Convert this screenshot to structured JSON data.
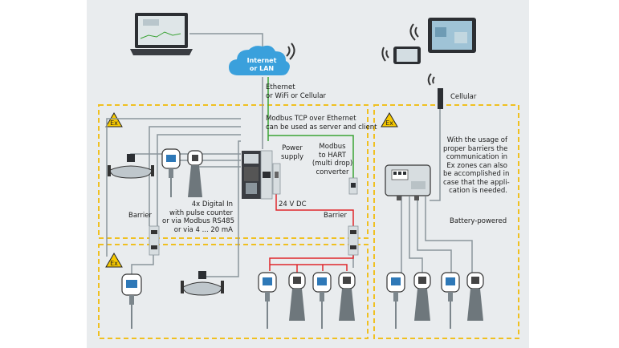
{
  "cloud": {
    "line1": "Internet",
    "line2": "or LAN"
  },
  "labels": {
    "ethernet": [
      "Ethernet",
      "or WiFi or Cellular"
    ],
    "modbus_tcp": [
      "Modbus TCP over Ethernet",
      "can be used as server and client"
    ],
    "power_supply": [
      "Power",
      "supply"
    ],
    "modbus_hart": [
      "Modbus",
      "to HART",
      "(multi drop)",
      "converter"
    ],
    "voltage": "24 V DC",
    "barrier_left": "Barrier",
    "barrier_right": "Barrier",
    "digital_in": [
      "4x Digital In",
      "with pulse counter",
      "or via Modbus RS485",
      "or via 4 ... 20 mA"
    ],
    "cellular": "Cellular",
    "barriers_note": [
      "With the usage of",
      "proper barriers the",
      "communication in",
      "Ex zones can also",
      "be accomplished in",
      "case that the appli-",
      "cation is needed."
    ],
    "battery": "Battery-powered"
  },
  "ex_marks": [
    "Ex",
    "Ex",
    "Ex"
  ],
  "colors": {
    "background": "#e9ecee",
    "zone_border": "#f0c020",
    "ethernet_line": "#3aa335",
    "power_line": "#e0262b",
    "signal_line": "#8a959c",
    "cloud": "#3aa0dc"
  },
  "icons": [
    "laptop-icon",
    "tablet-icon",
    "smartphone-icon",
    "cloud-icon",
    "wifi-icon",
    "antenna-icon",
    "ex-warning-icon",
    "flowmeter-icon",
    "transmitter-icon",
    "radar-level-icon",
    "barrier-icon",
    "gateway-icon",
    "power-supply-icon",
    "hart-converter-icon",
    "edge-device-icon"
  ]
}
